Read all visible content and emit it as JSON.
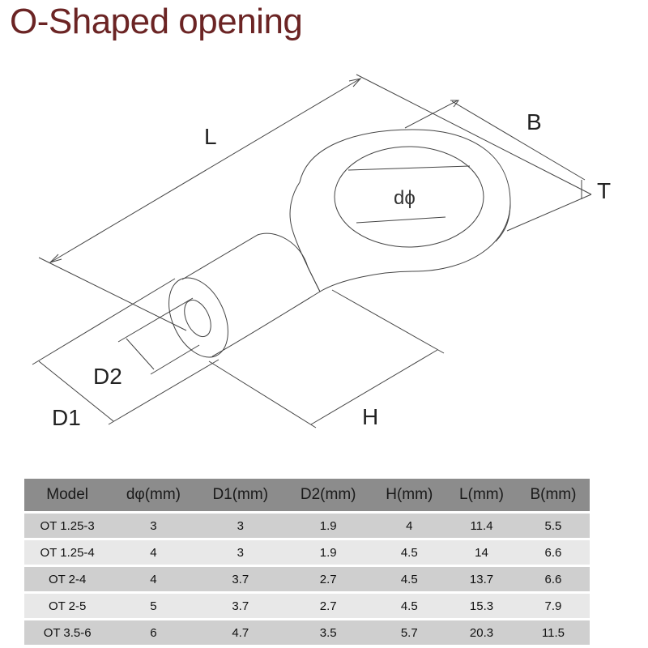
{
  "title": "O-Shaped opening",
  "diagram": {
    "labels": {
      "L": "L",
      "B": "B",
      "T": "T",
      "dphi": "dϕ",
      "D2": "D2",
      "D1": "D1",
      "H": "H"
    }
  },
  "table": {
    "headers": [
      "Model",
      "dφ(mm)",
      "D1(mm)",
      "D2(mm)",
      "H(mm)",
      "L(mm)",
      "B(mm)"
    ],
    "rows": [
      [
        "OT 1.25-3",
        "3",
        "3",
        "1.9",
        "4",
        "11.4",
        "5.5"
      ],
      [
        "OT 1.25-4",
        "4",
        "3",
        "1.9",
        "4.5",
        "14",
        "6.6"
      ],
      [
        "OT 2-4",
        "4",
        "3.7",
        "2.7",
        "4.5",
        "13.7",
        "6.6"
      ],
      [
        "OT 2-5",
        "5",
        "3.7",
        "2.7",
        "4.5",
        "15.3",
        "7.9"
      ],
      [
        "OT 3.5-6",
        "6",
        "4.7",
        "3.5",
        "5.7",
        "20.3",
        "11.5"
      ]
    ]
  }
}
